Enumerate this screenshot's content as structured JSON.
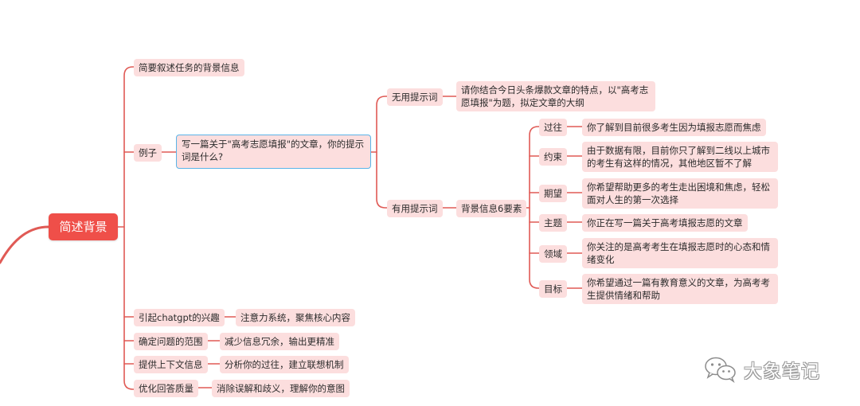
{
  "root": {
    "label": "简述背景"
  },
  "branches": {
    "b1": "简要叙述任务的背景信息",
    "example": "例子",
    "question": "写一篇关于\"高考志愿填报\"的文章，你的提示词是什么?",
    "useless": {
      "label": "无用提示词",
      "text": "请你结合今日头条爆款文章的特点，以\"高考志愿填报\"为题，拟定文章的大纲"
    },
    "useful": {
      "label": "有用提示词",
      "six": "背景信息6要素",
      "items": [
        {
          "key": "过往",
          "text": "你了解到目前很多考生因为填报志愿而焦虑"
        },
        {
          "key": "约束",
          "text": "由于数据有限，目前你只了解到二线以上城市的考生有这样的情况，其他地区暂不了解"
        },
        {
          "key": "期望",
          "text": "你希望帮助更多的考生走出困境和焦虑，轻松面对人生的第一次选择"
        },
        {
          "key": "主题",
          "text": "你正在写一篇关于高考填报志愿的文章"
        },
        {
          "key": "领域",
          "text": "你关注的是高考考生在填报志愿时的心态和情绪变化"
        },
        {
          "key": "目标",
          "text": "你希望通过一篇有教育意义的文章，为高考考生提供情绪和帮助"
        }
      ]
    },
    "benefits": [
      {
        "label": "引起chatgpt的兴趣",
        "text": "注意力系统，聚焦核心内容"
      },
      {
        "label": "确定问题的范围",
        "text": "减少信息冗余，输出更精准"
      },
      {
        "label": "提供上下文信息",
        "text": "分析你的过往，建立联想机制"
      },
      {
        "label": "优化回答质量",
        "text": "消除误解和歧义，理解你的意图"
      }
    ]
  },
  "watermark": {
    "text": "大象笔记",
    "icon": "wechat-icon"
  },
  "colors": {
    "root": "#ef4f49",
    "node": "#fcdede",
    "line": "#e05a55",
    "selected_border": "#5ab4e8"
  }
}
